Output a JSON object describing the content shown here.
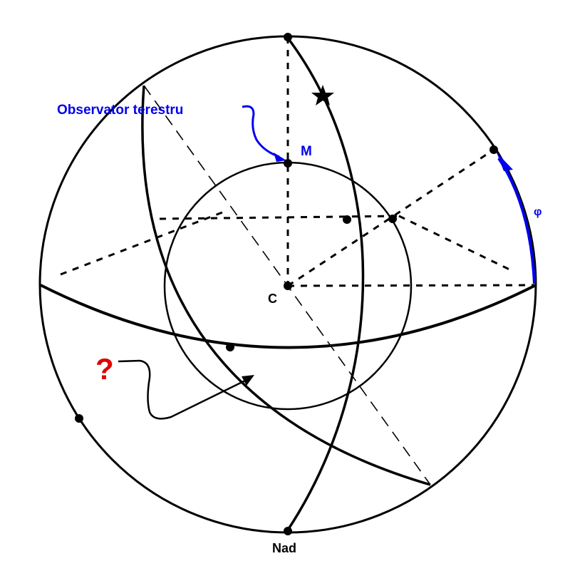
{
  "labels": {
    "observer": "Observator terestru",
    "point_m": "M",
    "center_c": "C",
    "nadir": "Nad",
    "latitude_symbol": "φ",
    "question": "?"
  },
  "colors": {
    "line": "#000000",
    "highlight": "#0000ee",
    "question": "#e00000",
    "background": "#ffffff"
  },
  "icons": {
    "star": "star-icon"
  }
}
